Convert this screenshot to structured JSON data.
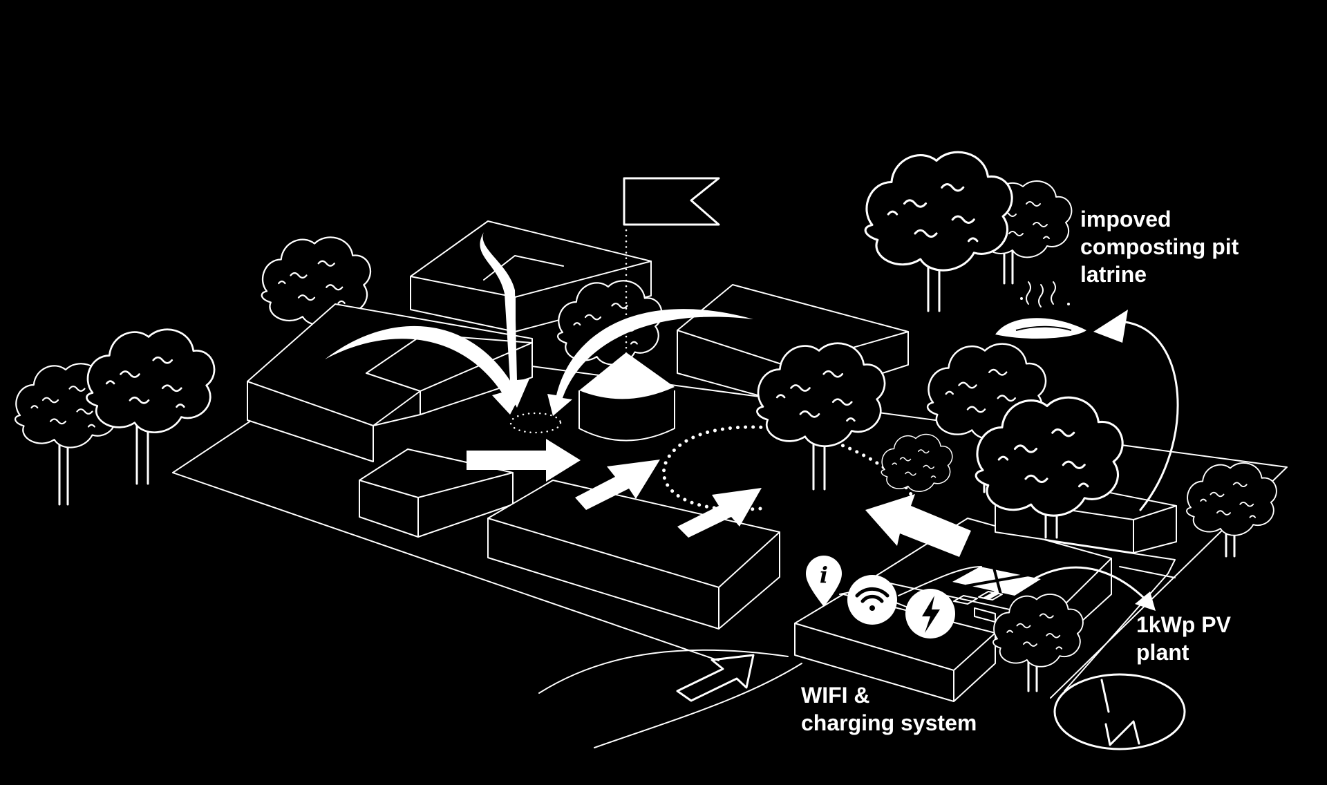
{
  "labels": {
    "latrine": "impoved\ncomposting pit\nlatrine",
    "pv": "1kWp PV\nplant",
    "wifi": "WIFI &\ncharging system"
  },
  "icons": [
    "info-pin-icon",
    "wifi-icon",
    "lightning-icon",
    "north-arrow-icon",
    "flag-icon",
    "tree-icon",
    "compost-heap-icon",
    "solar-panel-icon"
  ],
  "colors": {
    "background": "#000000",
    "line": "#ffffff"
  }
}
